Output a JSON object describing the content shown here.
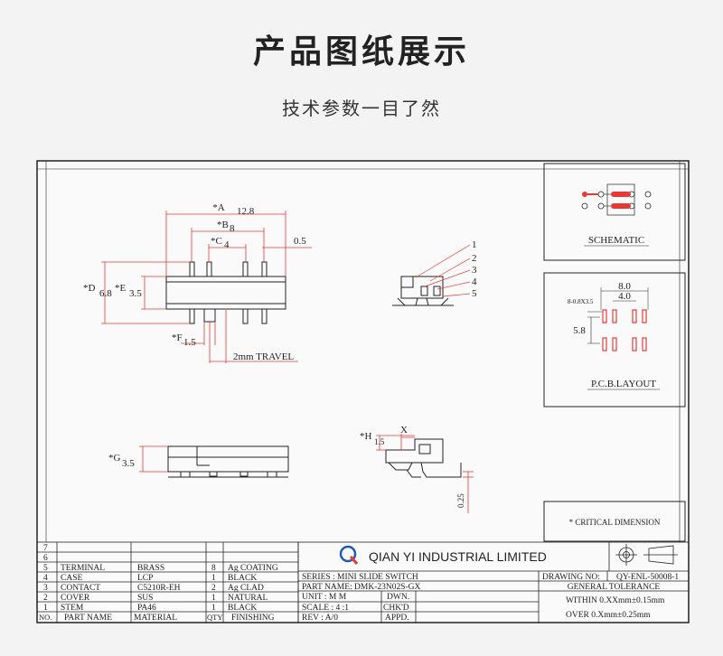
{
  "header": {
    "title": "产品图纸展示",
    "subtitle": "技术参数一目了然"
  },
  "drawing": {
    "dims": {
      "A": "*A",
      "A_val": "12.8",
      "B": "*B",
      "B_val": "8",
      "C": "*C",
      "C_val": "4",
      "c2": "0.5",
      "D": "*D",
      "D_val": "6.8",
      "E": "*E",
      "E_val": "3.5",
      "F": "*F",
      "F_val": "1.5",
      "travel": "2mm TRAVEL",
      "G": "*G",
      "G_val": "3.5",
      "H": "*H",
      "H_val": "1.5",
      "X": "X",
      "h025": "0.25"
    },
    "callouts": [
      "1",
      "2",
      "3",
      "4",
      "5"
    ],
    "schematic_label": "SCHEMATIC",
    "pcb": {
      "label": "P.C.B.LAYOUT",
      "w1": "8.0",
      "w2": "4.0",
      "h1": "5.8",
      "pad_note": "8-0.8X3.5"
    },
    "critical_note": "* CRITICAL  DIMENSION",
    "company": "QIAN  YI  INDUSTRIAL  LIMITED",
    "company_logo_letter": "Q",
    "bom": [
      {
        "no": "7",
        "part": "",
        "mat": "",
        "qty": "",
        "fin": ""
      },
      {
        "no": "6",
        "part": "",
        "mat": "",
        "qty": "",
        "fin": ""
      },
      {
        "no": "5",
        "part": "TERMINAL",
        "mat": "BRASS",
        "qty": "8",
        "fin": "Ag  COATING"
      },
      {
        "no": "4",
        "part": "CASE",
        "mat": "LCP",
        "qty": "1",
        "fin": "BLACK"
      },
      {
        "no": "3",
        "part": "CONTACT",
        "mat": "C5210R-EH",
        "qty": "2",
        "fin": "Ag  CLAD"
      },
      {
        "no": "2",
        "part": "COVER",
        "mat": "SUS",
        "qty": "1",
        "fin": "NATURAL"
      },
      {
        "no": "1",
        "part": "STEM",
        "mat": "PA46",
        "qty": "1",
        "fin": "BLACK"
      }
    ],
    "bom_header": {
      "no": "NO.",
      "part": "PART NAME",
      "mat": "MATERIAL",
      "qty": "QTY",
      "fin": "FINISHING"
    },
    "title_block": {
      "series": "SERIES : MINI SLIDE SWITCH",
      "part_name": "PART NAME: DMK-23N02S-GX",
      "unit": "UNIT  :  M M",
      "dwn": "DWN.",
      "scale": "SCALE : 4 :1",
      "chkd": "CHK'D",
      "rev": "REV   :  A/0",
      "appd": "APPD.",
      "drawing_no_label": "DRAWING NO:",
      "drawing_no": "QY-ENL-50008-1",
      "tol_title": "GENERAL TOLERANCE",
      "tol1": "WITHIN 0.XXmm±0.15mm",
      "tol2": "OVER   0.Xmm±0.25mm"
    }
  }
}
